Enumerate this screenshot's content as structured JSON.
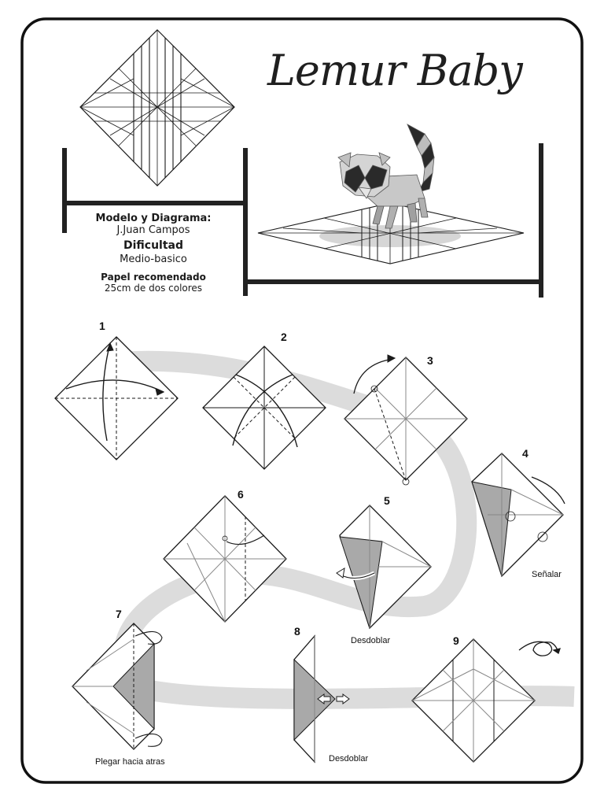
{
  "title": "Lemur Baby",
  "credits": {
    "model_heading": "Modelo y Diagrama:",
    "author": "J.Juan  Campos",
    "difficulty_heading": "Dificultad",
    "difficulty_value": "Medio-basico",
    "paper_heading": "Papel recomendado",
    "paper_value": "25cm de dos colores"
  },
  "steps": [
    {
      "number": "1"
    },
    {
      "number": "2"
    },
    {
      "number": "3"
    },
    {
      "number": "4",
      "note": "Señalar"
    },
    {
      "number": "5",
      "note": "Desdoblar"
    },
    {
      "number": "6"
    },
    {
      "number": "7",
      "note": "Plegar hacia atras"
    },
    {
      "number": "8",
      "note": "Desdoblar"
    },
    {
      "number": "9"
    }
  ],
  "colors": {
    "line": "#1a1a1a",
    "frame": "#222222",
    "path": "#dcdcdc",
    "shade": "#a9a9a9",
    "shade_dark": "#8c8c8c",
    "lemur_body": "#c8c8c8",
    "lemur_dark": "#2a2a2a"
  },
  "icons": [
    "turn-over-icon",
    "fold-arrow-icon",
    "unfold-arrow-icon"
  ]
}
